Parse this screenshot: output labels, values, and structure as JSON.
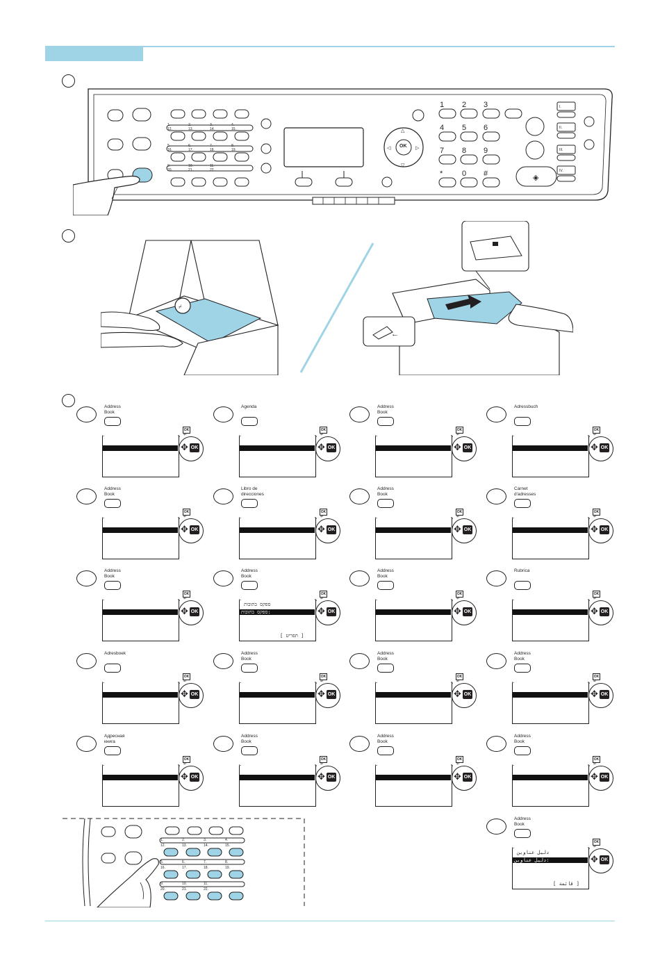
{
  "keypad": {
    "digits": [
      "1",
      "2",
      "3",
      "4",
      "5",
      "6",
      "7",
      "8",
      "9",
      "*",
      "0",
      "#"
    ],
    "one_touch_numbers_row1": [
      "1.",
      "2.",
      "3.",
      "4.",
      "12.",
      "13.",
      "14.",
      "15."
    ],
    "one_touch_numbers_row2": [
      "5.",
      "6.",
      "7.",
      "8.",
      "16.",
      "17.",
      "18.",
      "19."
    ],
    "one_touch_numbers_row3": [
      "9.",
      "10.",
      "11.",
      "20.",
      "21.",
      "22."
    ],
    "nav_ok_label": "OK",
    "side_keys": [
      "I.",
      "II.",
      "III.",
      "IV."
    ]
  },
  "ok_label": "OK",
  "panels": [
    {
      "label": "Address\nBook"
    },
    {
      "label": "Agenda"
    },
    {
      "label": "Address\nBook"
    },
    {
      "label": "Adressbuch"
    },
    {
      "label": "Address\nBook"
    },
    {
      "label": "Libro de\ndirecciones"
    },
    {
      "label": "Address\nBook"
    },
    {
      "label": "Carnet\nd'adresses"
    },
    {
      "label": "Address\nBook"
    },
    {
      "label": "Address\nBook",
      "lcd_top": "ספקס בתובות",
      "lcd_row": "ספקס בתובות:",
      "lcd_bottom": "[ תפריט ]"
    },
    {
      "label": "Address\nBook"
    },
    {
      "label": "Rubrica"
    },
    {
      "label": "Adresboek"
    },
    {
      "label": "Address\nBook"
    },
    {
      "label": "Address\nBook"
    },
    {
      "label": "Address\nBook"
    },
    {
      "label": "Адресная\nкнига"
    },
    {
      "label": "Address\nBook"
    },
    {
      "label": "Address\nBook"
    },
    {
      "label": "Address\nBook"
    },
    {
      "label": "Address\nBook",
      "lcd_top": "دليل عناوين",
      "lcd_row": "دليل عناوين:",
      "lcd_bottom": "[ قائمة ]"
    }
  ],
  "zoom_keys": {
    "row1": [
      "1.",
      "2.",
      "3.",
      "4.",
      "12.",
      "13.",
      "14.",
      "15."
    ],
    "row2": [
      "5.",
      "6.",
      "7.",
      "8.",
      "16.",
      "17.",
      "18.",
      "19."
    ],
    "row3": [
      "9.",
      "10.",
      "11.",
      "20.",
      "21.",
      "22."
    ]
  },
  "colors": {
    "accent": "#9fd3e6",
    "line": "#231f20"
  }
}
